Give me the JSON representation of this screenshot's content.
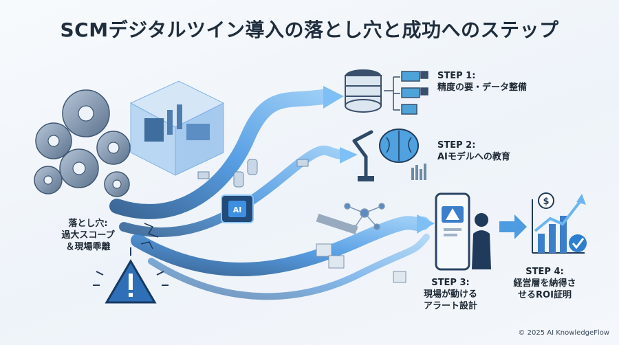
{
  "title": "SCMデジタルツイン導入の落とし穴と成功へのステップ",
  "pitfall": {
    "line1": "落とし穴:",
    "line2": "過大スコープ",
    "line3": "＆現場乖離"
  },
  "steps": [
    {
      "label": "STEP 1:",
      "text": "精度の要・データ整備"
    },
    {
      "label": "STEP 2:",
      "text": "AIモデルへの教育"
    },
    {
      "label": "STEP 3:",
      "text": "現場が動ける",
      "text2": "アラート設計"
    },
    {
      "label": "STEP 4:",
      "text": "経営層を納得さ",
      "text2": "せるROI証明"
    }
  ],
  "chip_text": "AI",
  "copyright": "© 2025 AI KnowledgeFlow",
  "colors": {
    "accent": "#2e7fd0",
    "arrow": "#5aa3e6",
    "dark": "#1f3a5a"
  }
}
